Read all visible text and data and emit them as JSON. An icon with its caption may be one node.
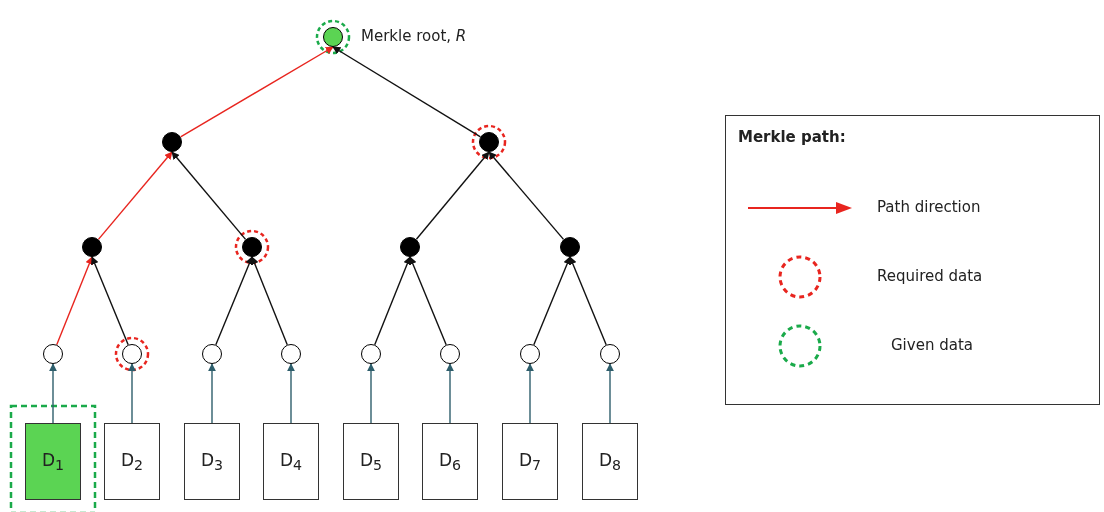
{
  "diagram": {
    "nodes": [
      {
        "text": [],
        "shape": "circle",
        "beside": [
          "Merkle root, *R*"
        ]
      },
      {
        "text": [],
        "shape": "circle"
      },
      {
        "text": [],
        "shape": "circle"
      },
      {
        "text": [],
        "shape": "circle"
      },
      {
        "text": [],
        "shape": "circle"
      },
      {
        "text": [],
        "shape": "circle"
      },
      {
        "text": [],
        "shape": "circle"
      },
      {
        "text": [],
        "shape": "circle"
      },
      {
        "text": [],
        "shape": "circle"
      },
      {
        "text": [],
        "shape": "circle"
      },
      {
        "text": [],
        "shape": "circle"
      },
      {
        "text": [],
        "shape": "circle"
      },
      {
        "text": [],
        "shape": "circle"
      },
      {
        "text": [],
        "shape": "circle"
      },
      {
        "text": [],
        "shape": "circle"
      },
      {
        "text": [
          "D$_{1}$"
        ]
      },
      {
        "text": [
          "D$_{2}$"
        ]
      },
      {
        "text": [
          "D$_{3}$"
        ]
      },
      {
        "text": [
          "D$_{4}$"
        ]
      },
      {
        "text": [
          "D$_{5}$"
        ]
      },
      {
        "text": [
          "D$_{6}$"
        ]
      },
      {
        "text": [
          "D$_{7}$"
        ]
      },
      {
        "text": [
          "D$_{8}$"
        ]
      }
    ],
    "edges": [
      {
        "from": 1,
        "to": 0,
        "arrow": "to",
        "color": "#e8251f"
      },
      {
        "from": 2,
        "to": 0,
        "arrow": "to"
      },
      {
        "from": 3,
        "to": 1,
        "arrow": "to",
        "color": "#e8251f"
      },
      {
        "from": 4,
        "to": 1,
        "arrow": "to"
      },
      {
        "from": 5,
        "to": 2,
        "arrow": "to"
      },
      {
        "from": 6,
        "to": 2,
        "arrow": "to"
      },
      {
        "from": 7,
        "to": 3,
        "arrow": "to",
        "color": "#e8251f"
      },
      {
        "from": 8,
        "to": 3,
        "arrow": "to"
      },
      {
        "from": 9,
        "to": 4,
        "arrow": "to"
      },
      {
        "from": 10,
        "to": 4,
        "arrow": "to"
      },
      {
        "from": 11,
        "to": 5,
        "arrow": "to"
      },
      {
        "from": 12,
        "to": 5,
        "arrow": "to"
      },
      {
        "from": 13,
        "to": 6,
        "arrow": "to"
      },
      {
        "from": 14,
        "to": 6,
        "arrow": "to"
      },
      {
        "from": 15,
        "to": 7,
        "arrow": "to",
        "color": "#2e5e6c"
      },
      {
        "from": 16,
        "to": 8,
        "arrow": "to",
        "color": "#2e5e6c"
      },
      {
        "from": 17,
        "to": 9,
        "arrow": "to",
        "color": "#2e5e6c"
      },
      {
        "from": 18,
        "to": 10,
        "arrow": "to",
        "color": "#2e5e6c"
      },
      {
        "from": 19,
        "to": 11,
        "arrow": "to",
        "color": "#2e5e6c"
      },
      {
        "from": 20,
        "to": 12,
        "arrow": "to",
        "color": "#2e5e6c"
      },
      {
        "from": 21,
        "to": 13,
        "arrow": "to",
        "color": "#2e5e6c"
      },
      {
        "from": 22,
        "to": 14,
        "arrow": "to",
        "color": "#2e5e6c"
      }
    ],
    "labels": [
      "Merkle path:"
    ],
    "legend": [
      {
        "text": "Path direction"
      },
      {
        "text": "Required data"
      },
      {
        "text": "Given data"
      }
    ]
  }
}
